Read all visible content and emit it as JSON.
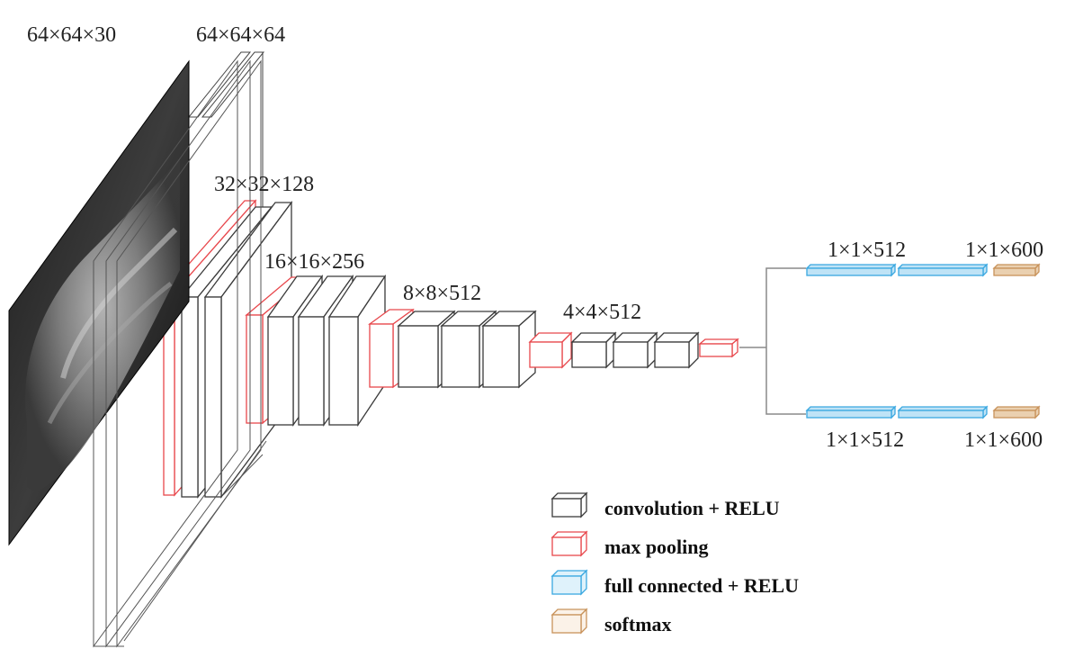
{
  "input_label": "64×64×30",
  "dimension_labels": {
    "conv1": "64×64×64",
    "conv2": "32×32×128",
    "conv3": "16×16×256",
    "conv4": "8×8×512",
    "conv5": "4×4×512",
    "fc_top": "1×1×512",
    "softmax_top": "1×1×600",
    "fc_bottom": "1×1×512",
    "softmax_bottom": "1×1×600"
  },
  "legend": [
    {
      "label": "convolution + RELU",
      "color": "#3a3a3a"
    },
    {
      "label": "max pooling",
      "color": "#e8474c"
    },
    {
      "label": "full connected + RELU",
      "color": "#3aa8e0"
    },
    {
      "label": "softmax",
      "color": "#c8925a"
    }
  ],
  "colors": {
    "conv": "#3a3a3a",
    "pool": "#e8474c",
    "fc": "#3aa8e0",
    "fc_fill": "#bfe3f6",
    "softmax": "#c8925a",
    "softmax_fill": "#ead0b0",
    "connector": "#8a8a8a"
  }
}
